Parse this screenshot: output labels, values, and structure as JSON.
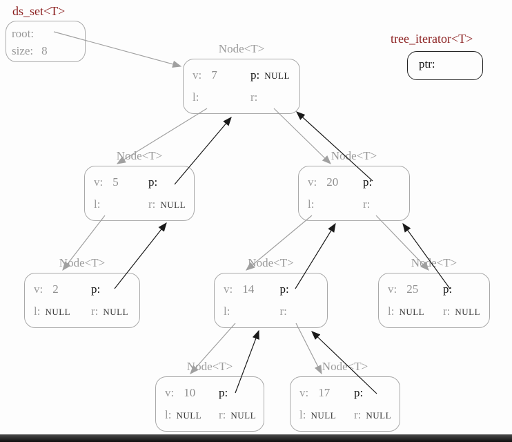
{
  "ds_set": {
    "title": "ds_set<T>",
    "root_label": "root:",
    "size_label": "size:",
    "size_value": "8"
  },
  "iterator": {
    "title": "tree_iterator<T>",
    "ptr_label": "ptr:"
  },
  "labels": {
    "v": "v:",
    "p": "p:",
    "l": "l:",
    "r": "r:",
    "node_title": "Node<T>"
  },
  "nodes": [
    {
      "id": "node-7",
      "title": "Node<T>",
      "v": "7",
      "p": "NULL",
      "l": "",
      "r": ""
    },
    {
      "id": "node-5",
      "title": "Node<T>",
      "v": "5",
      "p": "",
      "l": "",
      "r": "NULL"
    },
    {
      "id": "node-20",
      "title": "Node<T>",
      "v": "20",
      "p": "",
      "l": "",
      "r": ""
    },
    {
      "id": "node-2",
      "title": "Node<T>",
      "v": "2",
      "p": "",
      "l": "NULL",
      "r": "NULL"
    },
    {
      "id": "node-14",
      "title": "Node<T>",
      "v": "14",
      "p": "",
      "l": "",
      "r": ""
    },
    {
      "id": "node-25",
      "title": "Node<T>",
      "v": "25",
      "p": "",
      "l": "NULL",
      "r": "NULL"
    },
    {
      "id": "node-10",
      "title": "Node<T>",
      "v": "10",
      "p": "",
      "l": "NULL",
      "r": "NULL"
    },
    {
      "id": "node-17",
      "title": "Node<T>",
      "v": "17",
      "p": "",
      "l": "NULL",
      "r": "NULL"
    }
  ],
  "edges": [
    {
      "from": "ds_set.root",
      "to": "node-7",
      "color": "gray"
    },
    {
      "from": "7.l",
      "to": "node-5",
      "color": "gray"
    },
    {
      "from": "7.r",
      "to": "node-20",
      "color": "gray"
    },
    {
      "from": "5.l",
      "to": "node-2",
      "color": "gray"
    },
    {
      "from": "20.l",
      "to": "node-14",
      "color": "gray"
    },
    {
      "from": "20.r",
      "to": "node-25",
      "color": "gray"
    },
    {
      "from": "14.l",
      "to": "node-10",
      "color": "gray"
    },
    {
      "from": "14.r",
      "to": "node-17",
      "color": "gray"
    },
    {
      "from": "5.p",
      "to": "node-7",
      "color": "black"
    },
    {
      "from": "20.p",
      "to": "node-7",
      "color": "black"
    },
    {
      "from": "2.p",
      "to": "node-5",
      "color": "black"
    },
    {
      "from": "14.p",
      "to": "node-20",
      "color": "black"
    },
    {
      "from": "25.p",
      "to": "node-20",
      "color": "black"
    },
    {
      "from": "10.p",
      "to": "node-14",
      "color": "black"
    },
    {
      "from": "17.p",
      "to": "node-14",
      "color": "black"
    }
  ],
  "colors": {
    "gray": "#9b9b9b",
    "black": "#1a1a1a",
    "maroon": "#8b1f1f"
  }
}
